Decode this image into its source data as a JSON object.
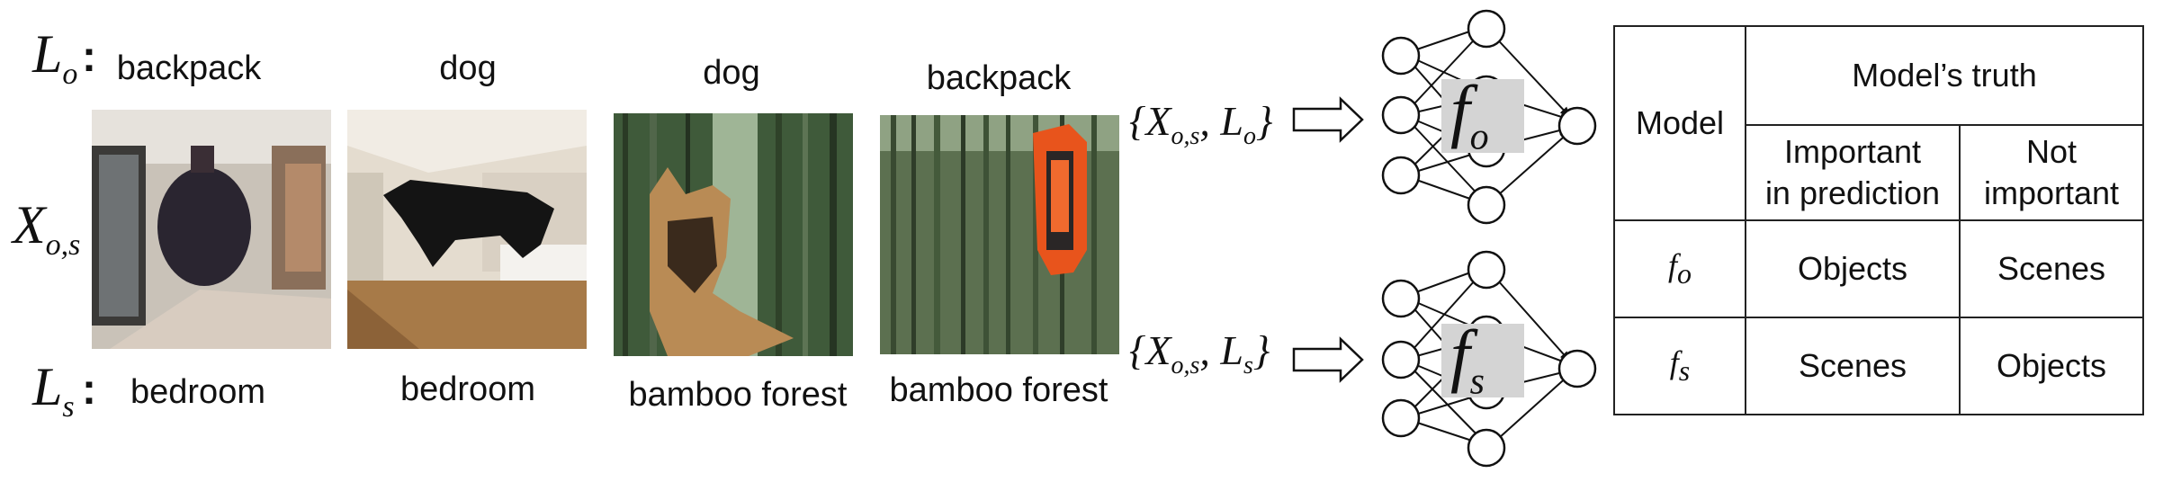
{
  "rows": {
    "lo": {
      "main": "L",
      "sub": "o"
    },
    "x": {
      "main": "X",
      "sub": "o,s"
    },
    "ls": {
      "main": "L",
      "sub": "s"
    }
  },
  "images": [
    {
      "object": "backpack",
      "scene": "bedroom"
    },
    {
      "object": "dog",
      "scene": "bedroom"
    },
    {
      "object": "dog",
      "scene": "bamboo forest"
    },
    {
      "object": "backpack",
      "scene": "bamboo forest"
    }
  ],
  "inputs": {
    "top": "{X",
    "top_sub": "o,s",
    "top_sep": ", L",
    "top_label_sub": "o",
    "top_close": "}",
    "bottom": "{X",
    "bottom_sub": "o,s",
    "bottom_sep": ", L",
    "bottom_label_sub": "s",
    "bottom_close": "}"
  },
  "networks": [
    {
      "main": "f",
      "sub": "o"
    },
    {
      "main": "f",
      "sub": "s"
    }
  ],
  "table": {
    "model_header": "Model",
    "truth_header": "Model’s truth",
    "col1_line1": "Important",
    "col1_line2": "in prediction",
    "col2_line1": "Not",
    "col2_line2": "important",
    "rows": [
      {
        "model_main": "f",
        "model_sub": "o",
        "important": "Objects",
        "not_important": "Scenes"
      },
      {
        "model_main": "f",
        "model_sub": "s",
        "important": "Scenes",
        "not_important": "Objects"
      }
    ]
  },
  "colors": {
    "network_box": "#d4d4d4",
    "backpack_orange": "#e8541c"
  }
}
